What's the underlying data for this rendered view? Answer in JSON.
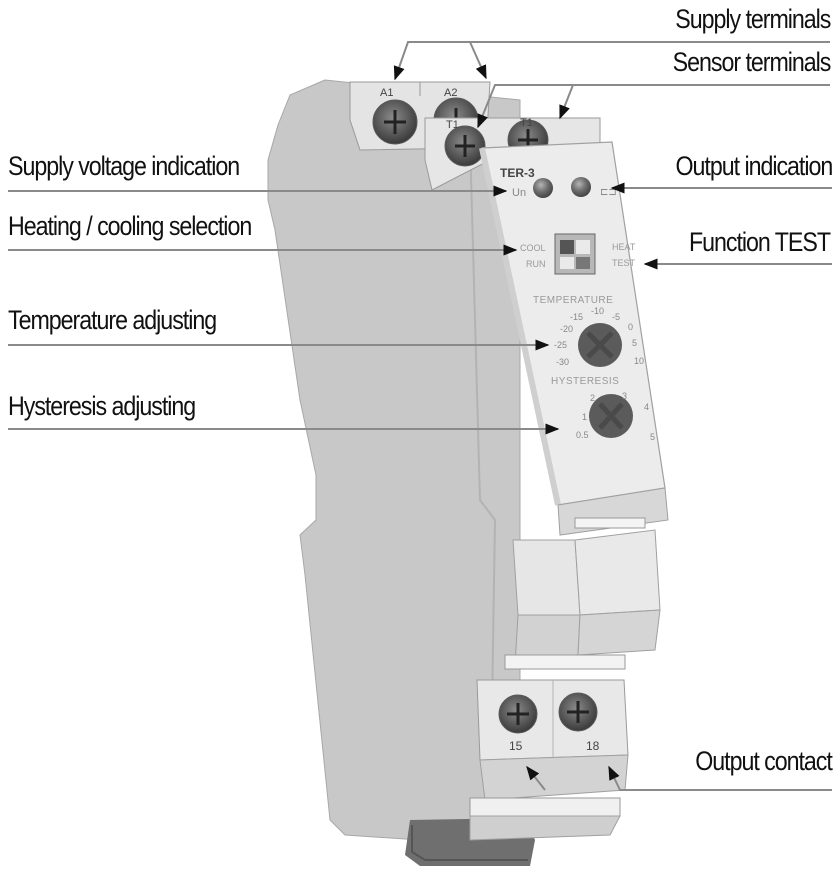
{
  "diagram": {
    "device": {
      "model": "TER-3",
      "terminals_top_supply": [
        "A1",
        "A2"
      ],
      "terminals_top_sensor": [
        "T1",
        "T1"
      ],
      "terminals_bottom": [
        "15",
        "18"
      ],
      "led_labels": {
        "supply": "Un",
        "output": "⊏⊐"
      },
      "switch_labels": {
        "left_top": "COOL",
        "left_bottom": "RUN",
        "right_top": "HEAT",
        "right_bottom": "TEST"
      },
      "temperature_dial": {
        "title": "TEMPERATURE",
        "scale": [
          "-30",
          "-25",
          "-20",
          "-15",
          "-10",
          "-5",
          "0",
          "5",
          "10"
        ]
      },
      "hysteresis_dial": {
        "title": "HYSTERESIS",
        "scale": [
          "0.5",
          "1",
          "2",
          "3",
          "4",
          "5"
        ]
      }
    },
    "callouts": [
      {
        "id": "supply-terminals",
        "label": "Supply terminals",
        "side": "right"
      },
      {
        "id": "sensor-terminals",
        "label": "Sensor terminals",
        "side": "right"
      },
      {
        "id": "supply-voltage-indication",
        "label": "Supply voltage indication",
        "side": "left"
      },
      {
        "id": "output-indication",
        "label": "Output indication",
        "side": "right"
      },
      {
        "id": "heating-cooling-selection",
        "label": "Heating / cooling selection",
        "side": "left"
      },
      {
        "id": "function-test",
        "label": "Function TEST",
        "side": "right"
      },
      {
        "id": "temperature-adjusting",
        "label": "Temperature adjusting",
        "side": "left"
      },
      {
        "id": "hysteresis-adjusting",
        "label": "Hysteresis adjusting",
        "side": "left"
      },
      {
        "id": "output-contact",
        "label": "Output contact",
        "side": "right"
      }
    ],
    "colors": {
      "body_side": "#c4c4c4",
      "body_front": "#e9e9e9",
      "panel": "#efefef",
      "knob": "#5a5a5a",
      "led": "#6a6a6a",
      "leader": "#8a8a8a",
      "base_clip": "#707070"
    }
  }
}
